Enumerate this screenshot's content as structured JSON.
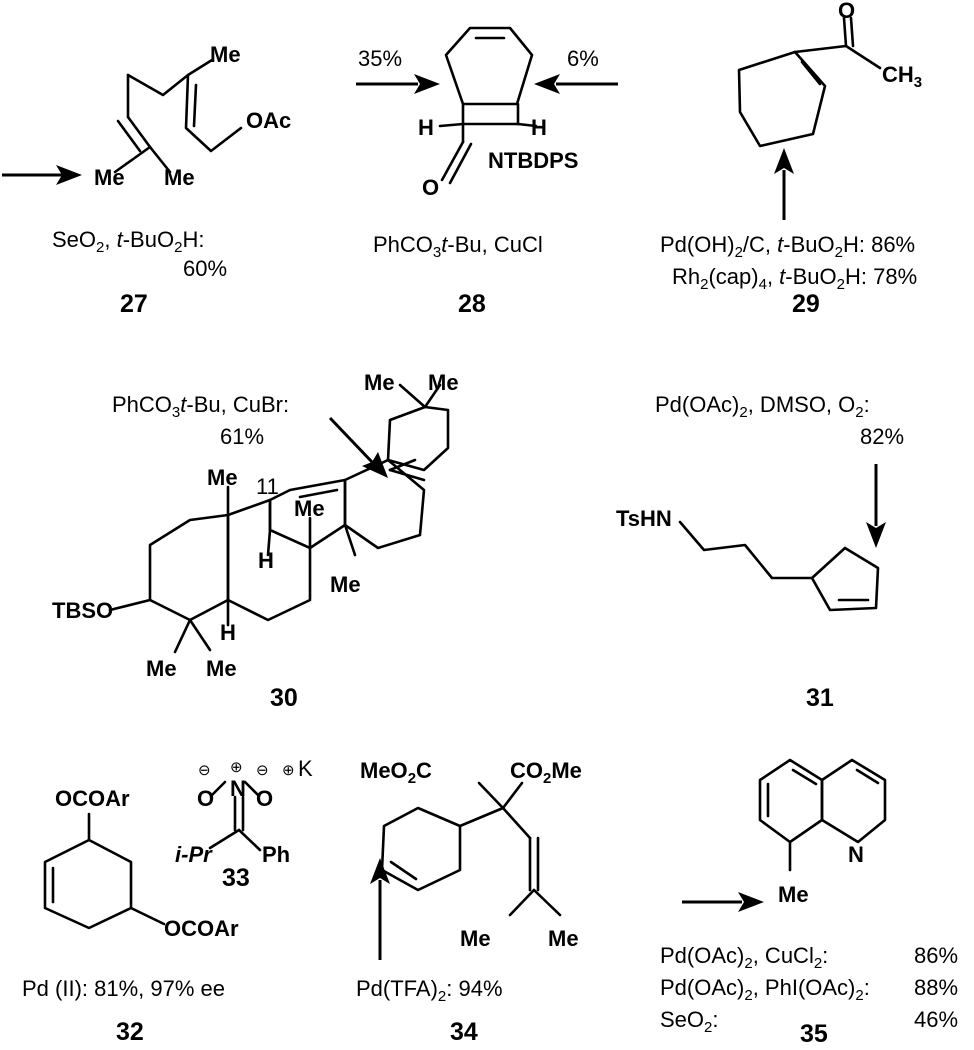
{
  "compounds": [
    {
      "id": "27",
      "conditions": [
        "SeO",
        "2",
        ", ",
        "t",
        "-BuO",
        "2",
        "H:"
      ],
      "yield": "60%",
      "groups": {
        "me_top": "Me",
        "oac": "OAc",
        "me_left": "Me",
        "me_right": "Me"
      }
    },
    {
      "id": "28",
      "left_yield": "35%",
      "right_yield": "6%",
      "conditions": "PhCO3t-Bu, CuCl",
      "groups": {
        "h_left": "H",
        "h_right": "H",
        "n": "NTBDPS",
        "o": "O"
      }
    },
    {
      "id": "29",
      "conditions": [
        "Pd(OH)2/C, t-BuO2H: 86%",
        "Rh2(cap)4, t-BuO2H: 78%"
      ],
      "groups": {
        "o": "O",
        "ch3": "CH3"
      }
    },
    {
      "id": "30",
      "conditions": "PhCO3t-Bu, CuBr:",
      "yield": "61%",
      "position_label": "11",
      "groups": {
        "me_gem1": "Me",
        "me_gem2": "Me",
        "me_a": "Me",
        "me_b": "Me",
        "me_c": "Me",
        "h_a": "H",
        "h_b": "H",
        "tbso": "TBSO",
        "me_d": "Me",
        "me_e": "Me"
      }
    },
    {
      "id": "31",
      "conditions": "Pd(OAc)2, DMSO, O2:",
      "yield": "82%",
      "groups": {
        "tshn": "TsHN"
      }
    },
    {
      "id": "32",
      "conditions": "Pd (II): 81%, 97% ee",
      "groups": {
        "ocoar_top": "OCOAr",
        "ocoar_side": "OCOAr"
      }
    },
    {
      "id": "33",
      "groups": {
        "n": "N",
        "o1": "O",
        "o2": "O",
        "k": "K",
        "ipr": "i-Pr",
        "ph": "Ph"
      }
    },
    {
      "id": "34",
      "conditions": "Pd(TFA)2: 94%",
      "groups": {
        "meo2c": "MeO2C",
        "co2me": "CO2Me",
        "me1": "Me",
        "me2": "Me"
      }
    },
    {
      "id": "35",
      "conditions": [
        {
          "reagent": "Pd(OAc)2, CuCl2:",
          "yield": "86%"
        },
        {
          "reagent": "Pd(OAc)2, PhI(OAc)2:",
          "yield": "88%"
        },
        {
          "reagent": "SeO2:",
          "yield": "46%"
        }
      ],
      "groups": {
        "n": "N",
        "me": "Me"
      }
    }
  ]
}
